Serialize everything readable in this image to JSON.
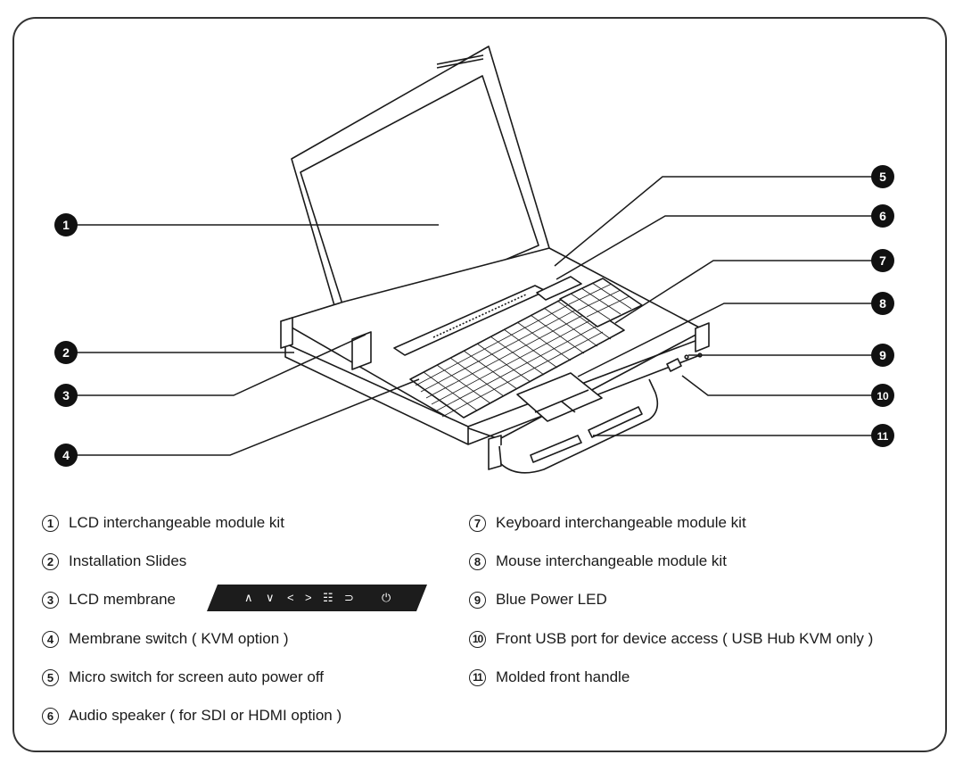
{
  "callouts": [
    "1",
    "2",
    "3",
    "4",
    "5",
    "6",
    "7",
    "8",
    "9",
    "10",
    "11"
  ],
  "legend": [
    {
      "num": "1",
      "text": "LCD interchangeable module kit"
    },
    {
      "num": "2",
      "text": "Installation Slides"
    },
    {
      "num": "3",
      "text": "LCD membrane"
    },
    {
      "num": "4",
      "text": "Membrane switch ( KVM option )"
    },
    {
      "num": "5",
      "text": "Micro switch for screen auto power off"
    },
    {
      "num": "6",
      "text": "Audio speaker ( for SDI or HDMI option )"
    },
    {
      "num": "7",
      "text": "Keyboard interchangeable module kit"
    },
    {
      "num": "8",
      "text": "Mouse interchangeable module kit"
    },
    {
      "num": "9",
      "text": "Blue Power LED"
    },
    {
      "num": "10",
      "text": "Front USB port for device access ( USB Hub KVM only )"
    },
    {
      "num": "11",
      "text": "Molded front handle"
    }
  ],
  "membrane_buttons": [
    "∧",
    "∨",
    "<",
    ">",
    "☷",
    "⊃",
    "⏻"
  ],
  "colors": {
    "ink": "#1a1a1a",
    "callout_fill": "#111111",
    "membrane_fill": "#1c1c1c"
  }
}
